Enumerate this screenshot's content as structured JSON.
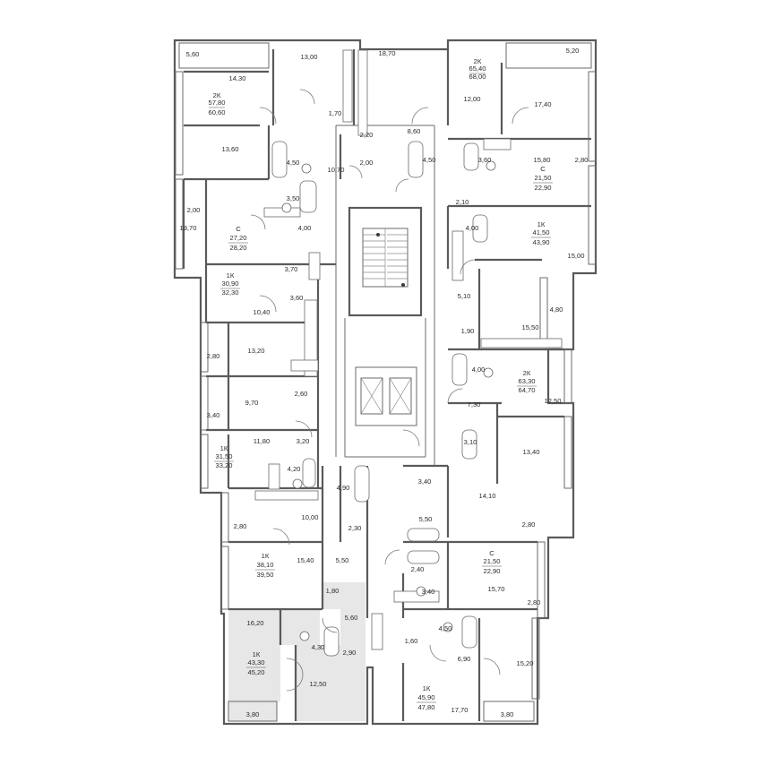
{
  "plan": {
    "highlight_color": "#e7e7e7",
    "wall_color": "#5a5a5a",
    "labels": [
      "5,60",
      "14,30",
      "13,00",
      "18,70",
      "2К",
      "65,40",
      "68,00",
      "5,20",
      "2К",
      "57,80",
      "60,60",
      "1,70",
      "12,00",
      "17,40",
      "2,20",
      "8,60",
      "13,60",
      "4,50",
      "10,70",
      "2,00",
      "4,50",
      "3,60",
      "15,80",
      "2,80",
      "С",
      "21,50",
      "22,90",
      "3,50",
      "2,10",
      "2,00",
      "С",
      "27,20",
      "28,20",
      "19,70",
      "4,00",
      "4,00",
      "1К",
      "41,50",
      "43,90",
      "15,00",
      "3,70",
      "1К",
      "30,90",
      "32,30",
      "3,60",
      "5,10",
      "4,80",
      "10,40",
      "1,90",
      "15,50",
      "13,20",
      "2,80",
      "4,00",
      "2К",
      "63,30",
      "64,70",
      "2,60",
      "12,50",
      "9,70",
      "3,40",
      "7,30",
      "3,20",
      "11,80",
      "3,10",
      "13,40",
      "1К",
      "31,50",
      "33,20",
      "4,20",
      "4,90",
      "3,40",
      "10,00",
      "14,10",
      "5,50",
      "2,80",
      "2,80",
      "2,30",
      "1К",
      "38,10",
      "39,50",
      "15,40",
      "5,50",
      "С",
      "21,50",
      "22,90",
      "2,40",
      "1,80",
      "3,40",
      "15,70",
      "2,80",
      "5,60",
      "16,20",
      "4,50",
      "1,60",
      "4,30",
      "1К",
      "43,30",
      "45,20",
      "2,90",
      "6,90",
      "15,20",
      "12,50",
      "1К",
      "45,90",
      "47,80",
      "17,70",
      "3,80",
      "3,80"
    ]
  }
}
